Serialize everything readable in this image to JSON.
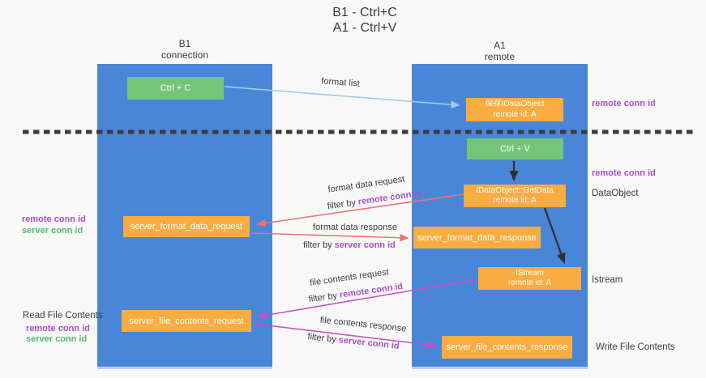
{
  "title": {
    "line1": "B1 - Ctrl+C",
    "line2": "A1 - Ctrl+V"
  },
  "lifelines": {
    "left": {
      "name": "B1",
      "role": "connection"
    },
    "right": {
      "name": "A1",
      "role": "remote"
    }
  },
  "boxes": {
    "ctrl_c": {
      "label": "Ctrl + C"
    },
    "ctrl_v": {
      "label": "Ctrl + V"
    },
    "save_dataobject": {
      "line1": "保存IDataObject",
      "line2": "remote id: A"
    },
    "getdata": {
      "line1": "IDataObject::GetData",
      "line2": "remote id: A"
    },
    "istream": {
      "line1": "IStream",
      "line2": "remote id: A"
    },
    "server_format_data_request": {
      "label": "server_format_data_request"
    },
    "server_format_data_response": {
      "label": "server_format_data_response"
    },
    "server_file_contents_request": {
      "label": "server_file_contents_request"
    },
    "server_file_contents_response": {
      "label": "server_file_contents_response"
    }
  },
  "edge_labels": {
    "format_list": "format list",
    "format_data_request": "format data request",
    "format_data_request_filter": {
      "prefix": "filter by ",
      "value": "remote conn id"
    },
    "format_data_response": "format data response",
    "format_data_response_filter": {
      "prefix": "filter by ",
      "value": "server conn id"
    },
    "file_contents_request": "file contents request",
    "file_contents_request_filter": {
      "prefix": "filter by ",
      "value": "remote conn id"
    },
    "file_contents_response": "file contents response",
    "file_contents_response_filter": {
      "prefix": "filter by ",
      "value": "server conn id"
    }
  },
  "side_labels": {
    "right_top_remote_conn_id": "remote conn id",
    "right_mid_remote_conn_id": "remote conn id",
    "dataobject": "DataObject",
    "istream": "Istream",
    "write_file_contents": "Write File Contents",
    "left_remote_conn_id": "remote conn id",
    "left_server_conn_id": "server conn id",
    "read_file_contents": "Read File Contents",
    "read_remote_conn_id": "remote conn id",
    "read_server_conn_id": "server conn id"
  },
  "colors": {
    "background": "#f8f8f8",
    "lifeline_blue": "#4a86d8",
    "box_green": "#74c578",
    "box_orange": "#f9ac40",
    "arrow_lightblue": "#a3c9ec",
    "arrow_red": "#ee7272",
    "arrow_magenta": "#cb4ec4",
    "arrow_black": "#2f2f2f",
    "text_purple": "#a94ecb",
    "text_green": "#52b86d",
    "dashed_divider": "#3c3c3c"
  }
}
